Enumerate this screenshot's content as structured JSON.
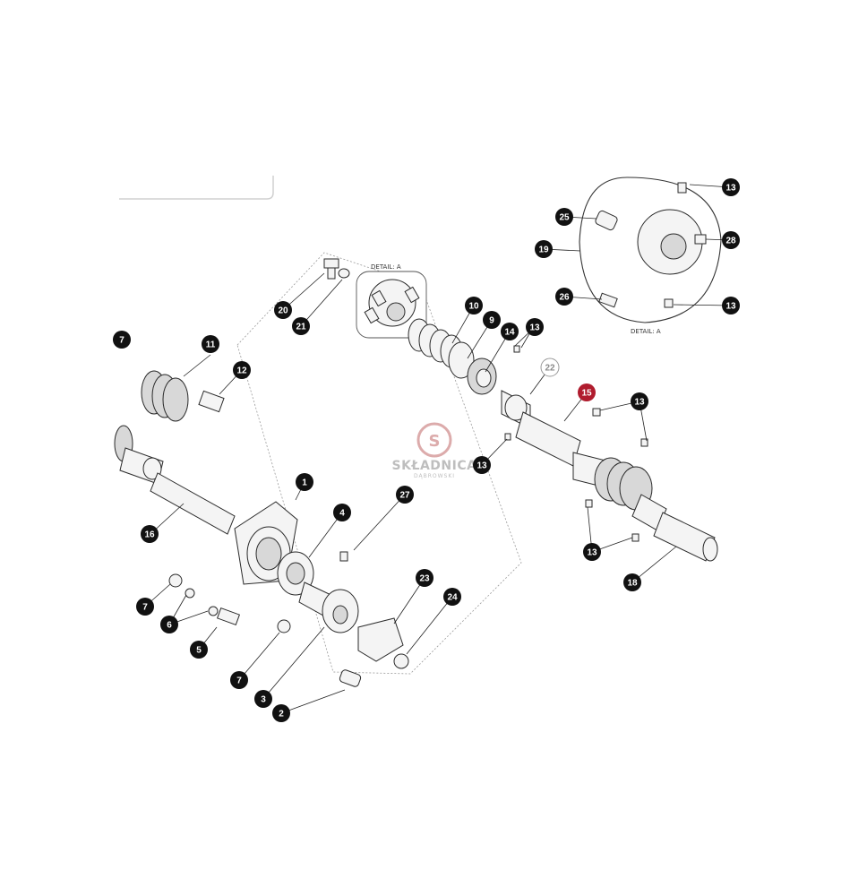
{
  "detail_labels": {
    "top_left": "DETAIL: A",
    "top_right": "DETAIL: A"
  },
  "watermark": {
    "name": "SKŁADNICA",
    "sub": "DĄBROWSKI",
    "logo_letter": "S",
    "color": "#d9a3a3"
  },
  "colors": {
    "callout_fill": "#111111",
    "callout_highlight": "#b01c2e",
    "callout_outline": "#9a9a9a"
  },
  "callouts": [
    {
      "id": "c-7-edge",
      "label": "7"
    },
    {
      "id": "c-11",
      "label": "11"
    },
    {
      "id": "c-12",
      "label": "12"
    },
    {
      "id": "c-16",
      "label": "16"
    },
    {
      "id": "c-1",
      "label": "1"
    },
    {
      "id": "c-4",
      "label": "4"
    },
    {
      "id": "c-27",
      "label": "27"
    },
    {
      "id": "c-7a",
      "label": "7"
    },
    {
      "id": "c-6",
      "label": "6"
    },
    {
      "id": "c-5",
      "label": "5"
    },
    {
      "id": "c-7b",
      "label": "7"
    },
    {
      "id": "c-3",
      "label": "3"
    },
    {
      "id": "c-2",
      "label": "2"
    },
    {
      "id": "c-23",
      "label": "23"
    },
    {
      "id": "c-24",
      "label": "24"
    },
    {
      "id": "c-20",
      "label": "20"
    },
    {
      "id": "c-21",
      "label": "21"
    },
    {
      "id": "c-10",
      "label": "10"
    },
    {
      "id": "c-9",
      "label": "9"
    },
    {
      "id": "c-14",
      "label": "14"
    },
    {
      "id": "c-13a",
      "label": "13"
    },
    {
      "id": "c-22",
      "label": "22"
    },
    {
      "id": "c-15",
      "label": "15"
    },
    {
      "id": "c-13b",
      "label": "13"
    },
    {
      "id": "c-13c",
      "label": "13"
    },
    {
      "id": "c-13d",
      "label": "13"
    },
    {
      "id": "c-18",
      "label": "18"
    },
    {
      "id": "c-19",
      "label": "19"
    },
    {
      "id": "c-25",
      "label": "25"
    },
    {
      "id": "c-26",
      "label": "26"
    },
    {
      "id": "c-13e",
      "label": "13"
    },
    {
      "id": "c-28",
      "label": "28"
    },
    {
      "id": "c-13f",
      "label": "13"
    }
  ]
}
